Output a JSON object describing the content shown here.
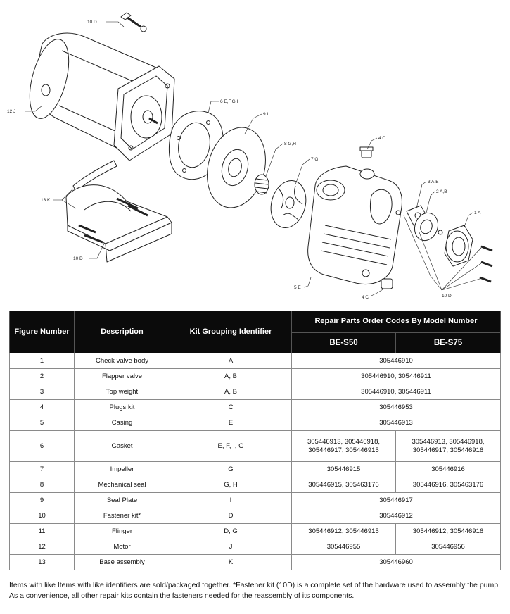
{
  "diagram": {
    "callouts": {
      "c10d_top": "10 D",
      "c12j": "12 J",
      "c6": "6 E,F,G,I",
      "c9": "9 I",
      "c8": "8 G,H",
      "c4c_top": "4 C",
      "c7": "7 G",
      "c3": "3 A,B",
      "c2": "2 A,B",
      "c1": "1 A",
      "c13k": "13 K",
      "c10d_left": "10 D",
      "c5e": "5 E",
      "c4c_bottom": "4 C",
      "c10d_right": "10 D"
    }
  },
  "table": {
    "headers": {
      "figure_number": "Figure Number",
      "description": "Description",
      "kit_grouping": "Kit Grouping Identifier",
      "repair_codes": "Repair Parts Order Codes By Model Number",
      "model_a": "BE-S50",
      "model_b": "BE-S75"
    },
    "rows": [
      {
        "fig": "1",
        "desc": "Check valve body",
        "kit": "A",
        "a": "305446910",
        "b": ""
      },
      {
        "fig": "2",
        "desc": "Flapper valve",
        "kit": "A, B",
        "a": "305446910, 305446911",
        "b": ""
      },
      {
        "fig": "3",
        "desc": "Top weight",
        "kit": "A, B",
        "a": "305446910, 305446911",
        "b": ""
      },
      {
        "fig": "4",
        "desc": "Plugs kit",
        "kit": "C",
        "a": "305446953",
        "b": ""
      },
      {
        "fig": "5",
        "desc": "Casing",
        "kit": "E",
        "a": "305446913",
        "b": ""
      },
      {
        "fig": "6",
        "desc": "Gasket",
        "kit": "E, F, I, G",
        "a": "305446913, 305446918, 305446917, 305446915",
        "b": "305446913, 305446918, 305446917, 305446916"
      },
      {
        "fig": "7",
        "desc": "Impeller",
        "kit": "G",
        "a": "305446915",
        "b": "305446916"
      },
      {
        "fig": "8",
        "desc": "Mechanical seal",
        "kit": "G, H",
        "a": "305446915, 305463176",
        "b": "305446916, 305463176"
      },
      {
        "fig": "9",
        "desc": "Seal Plate",
        "kit": "I",
        "a": "305446917",
        "b": ""
      },
      {
        "fig": "10",
        "desc": "Fastener kit*",
        "kit": "D",
        "a": "305446912",
        "b": ""
      },
      {
        "fig": "11",
        "desc": "Flinger",
        "kit": "D, G",
        "a": "305446912, 305446915",
        "b": "305446912, 305446916"
      },
      {
        "fig": "12",
        "desc": "Motor",
        "kit": "J",
        "a": "305446955",
        "b": "305446956"
      },
      {
        "fig": "13",
        "desc": "Base assembly",
        "kit": "K",
        "a": "305446960",
        "b": ""
      }
    ]
  },
  "footnote": "Items with like Items with like identifiers are sold/packaged together. *Fastener kit (10D) is a complete set of the hardware used to assembly the pump. As a convenience, all other repair kits contain the fasteners needed for the reassembly of its components."
}
